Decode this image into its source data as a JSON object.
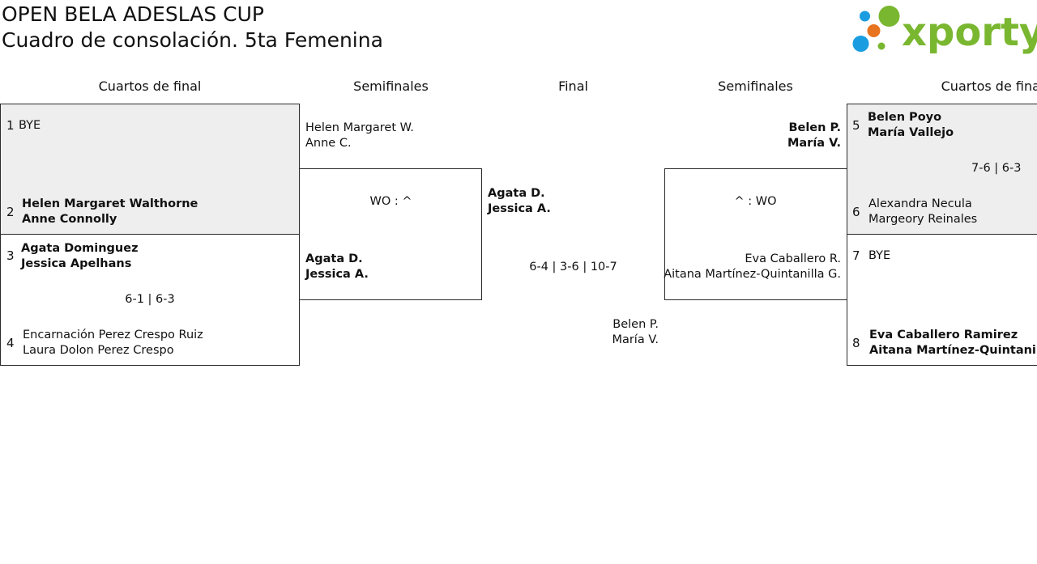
{
  "header": {
    "title": "OPEN BELA ADESLAS CUP",
    "subtitle": "Cuadro de consolación. 5ta Femenina"
  },
  "logo": {
    "text": "xporty",
    "colors": [
      "#1a9de0",
      "#7ab730",
      "#e8731e"
    ]
  },
  "rounds": {
    "left_qf": "Cuartos de final",
    "left_sf": "Semifinales",
    "final": "Final",
    "right_sf": "Semifinales",
    "right_qf": "Cuartos de final"
  },
  "left_qf": {
    "match1": {
      "seed_a": "1",
      "team_a": [
        "BYE"
      ],
      "seed_b": "2",
      "team_b": [
        "Helen Margaret Walthorne",
        "Anne Connolly"
      ],
      "score": ""
    },
    "match2": {
      "seed_a": "3",
      "team_a": [
        "Agata Dominguez",
        "Jessica Apelhans"
      ],
      "seed_b": "4",
      "team_b": [
        "Encarnación Perez Crespo Ruiz",
        "Laura Dolon Perez Crespo"
      ],
      "score": "6-1 | 6-3"
    }
  },
  "left_sf": {
    "team_a": [
      "Helen Margaret W.",
      "Anne C."
    ],
    "team_b": [
      "Agata D.",
      "Jessica A."
    ],
    "score": "WO : ^"
  },
  "final": {
    "team_a": [
      "Agata D.",
      "Jessica A."
    ],
    "team_b": [
      "Belen P.",
      "María V."
    ],
    "score": "6-4 | 3-6 | 10-7"
  },
  "right_sf": {
    "team_a": [
      "Belen P.",
      "María V."
    ],
    "team_b": [
      "Eva Caballero R.",
      "Aitana Martínez-Quintanilla G."
    ],
    "score": "^ : WO"
  },
  "right_qf": {
    "match1": {
      "seed_a": "5",
      "team_a": [
        "Belen Poyo",
        "María Vallejo"
      ],
      "seed_b": "6",
      "team_b": [
        "Alexandra Necula",
        "Margeory Reinales"
      ],
      "score": "7-6 | 6-3"
    },
    "match2": {
      "seed_a": "7",
      "team_a": [
        "BYE"
      ],
      "seed_b": "8",
      "team_b": [
        "Eva Caballero Ramirez",
        "Aitana Martínez-Quintanilla"
      ],
      "score": ""
    }
  }
}
